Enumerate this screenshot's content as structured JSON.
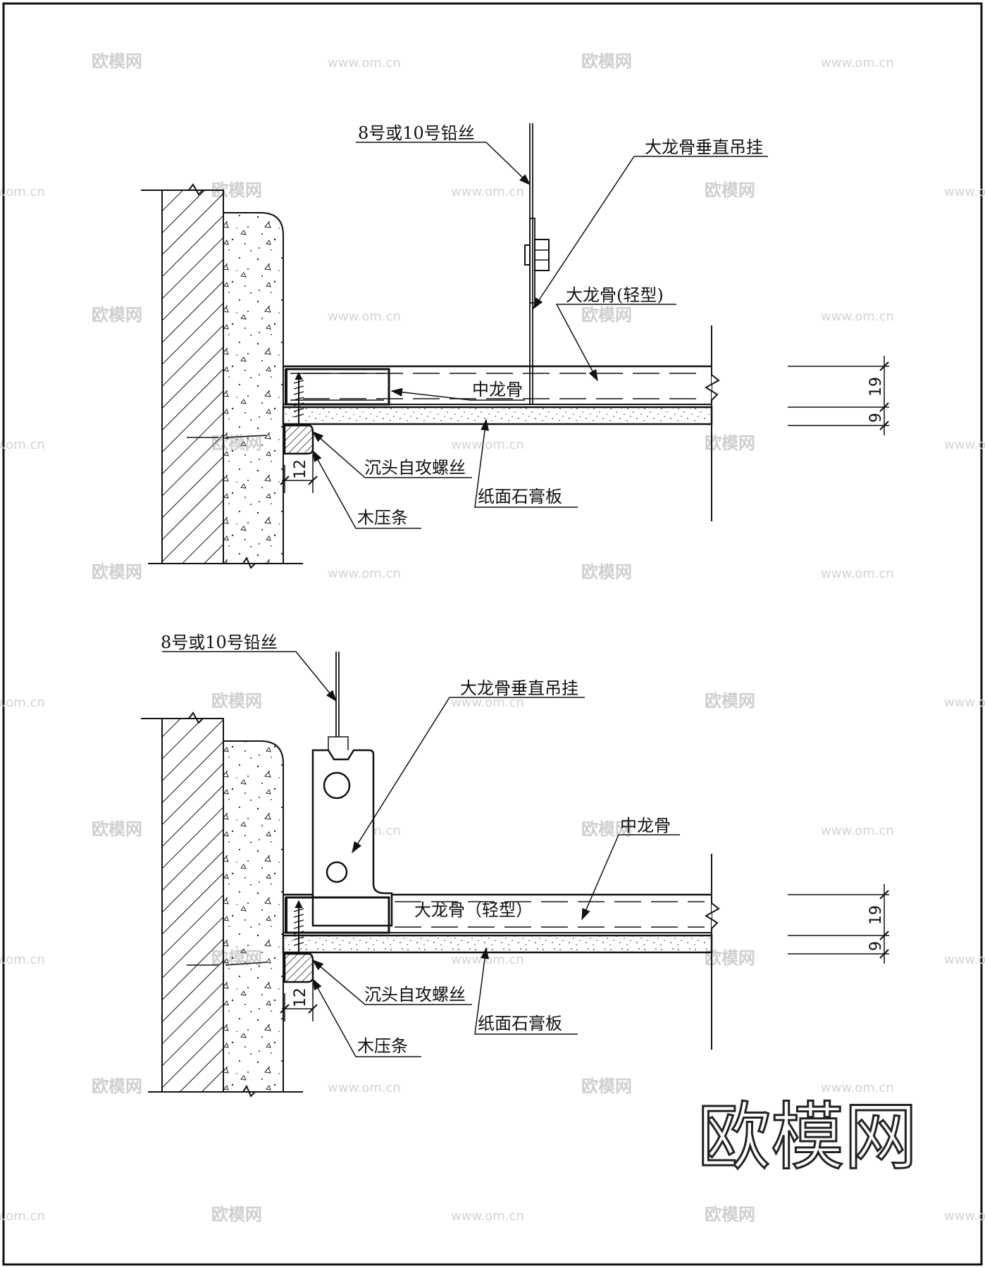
{
  "watermark": {
    "brand": "欧模网",
    "url": "www.om.cn",
    "corner_logo": "欧模网"
  },
  "details": {
    "top": {
      "wire": "8号或10号铅丝",
      "hanger": "大龙骨垂直吊挂",
      "main_runner": "大龙骨(轻型)",
      "mid_runner": "中龙骨",
      "screw": "沉头自攻螺丝",
      "board": "纸面石膏板",
      "batten": "木压条",
      "dim_19": "19",
      "dim_9": "9",
      "dim_12": "12"
    },
    "bottom": {
      "wire": "8号或10号铅丝",
      "hanger": "大龙骨垂直吊挂",
      "mid_runner": "中龙骨",
      "main_runner": "大龙骨（轻型）",
      "screw": "沉头自攻螺丝",
      "board": "纸面石膏板",
      "batten": "木压条",
      "dim_19": "19",
      "dim_9": "9",
      "dim_12": "12"
    }
  },
  "colors": {
    "line": "#111111",
    "watermark": "#cfcfcf",
    "background": "#ffffff"
  }
}
